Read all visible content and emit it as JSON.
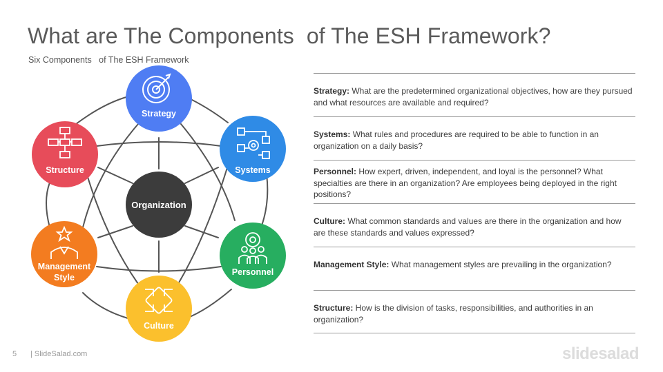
{
  "slide": {
    "title": "What are The Components  of The ESH Framework?",
    "subtitle": "Six Components   of The ESH Framework",
    "page_number": "5",
    "footer_site": "| SlideSalad.com",
    "brand": "slidesalad"
  },
  "colors": {
    "strategy": "#4f7df3",
    "systems": "#2f8be6",
    "personnel": "#27ae60",
    "culture": "#fbc02d",
    "management": "#f37c20",
    "structure": "#e74c5a",
    "center": "#3c3c3c",
    "connector": "#555555"
  },
  "diagram": {
    "center_label": "Organization",
    "nodes": [
      {
        "id": "strategy",
        "label": "Strategy",
        "icon": "target-icon"
      },
      {
        "id": "systems",
        "label": "Systems",
        "icon": "gears-flow-icon"
      },
      {
        "id": "personnel",
        "label": "Personnel",
        "icon": "team-gear-icon"
      },
      {
        "id": "culture",
        "label": "Culture",
        "icon": "hands-together-icon"
      },
      {
        "id": "management",
        "label_line1": "Management",
        "label_line2": "Style",
        "icon": "leader-star-icon"
      },
      {
        "id": "structure",
        "label": "Structure",
        "icon": "org-chart-icon"
      }
    ]
  },
  "descriptions": [
    {
      "term": "Strategy:",
      "text": " What  are the predetermined  organizational  objectives, how are they pursued  and what resources  are available and required?"
    },
    {
      "term": "Systems:",
      "text": " What rules and procedures  are required  to be able to function  in an organization  on a daily basis?"
    },
    {
      "term": "Personnel:",
      "text": " How  expert, driven, independent,  and loyal is the personnel?  What specialties are there in an organization?  Are employees being deployed  in the right  positions?"
    },
    {
      "term": "Culture:",
      "text": " What common  standards  and values are there in the organization and how are these standards  and values expressed?"
    },
    {
      "term": "Management Style:",
      "text": " What management  styles are prevailing  in the organization?"
    },
    {
      "term": "Structure:",
      "text": " How is the division of tasks, responsibilities,  and authorities  in an organization?"
    }
  ]
}
